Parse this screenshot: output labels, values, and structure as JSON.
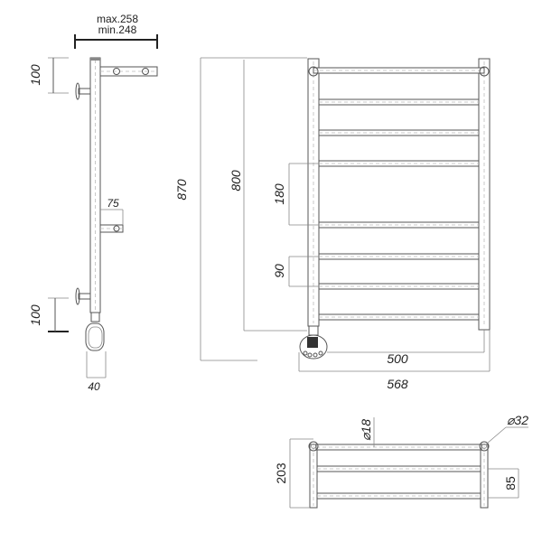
{
  "drawing": {
    "title": "Heated towel rail technical drawing",
    "side_view": {
      "depth_max_label": "max.258",
      "depth_min_label": "min.248",
      "top_bracket_offset": "100",
      "bottom_bracket_offset": "100",
      "mid_bracket_label": "75",
      "heater_width": "40"
    },
    "front_view": {
      "total_height": "870",
      "pipe_height": "800",
      "upper_spacing": "180",
      "lower_spacing": "90",
      "axis_width": "500",
      "total_width": "568"
    },
    "top_view": {
      "crossbar_diameter": "⌀18",
      "upright_diameter": "⌀32",
      "depth": "203",
      "bar_spacing": "85"
    }
  }
}
